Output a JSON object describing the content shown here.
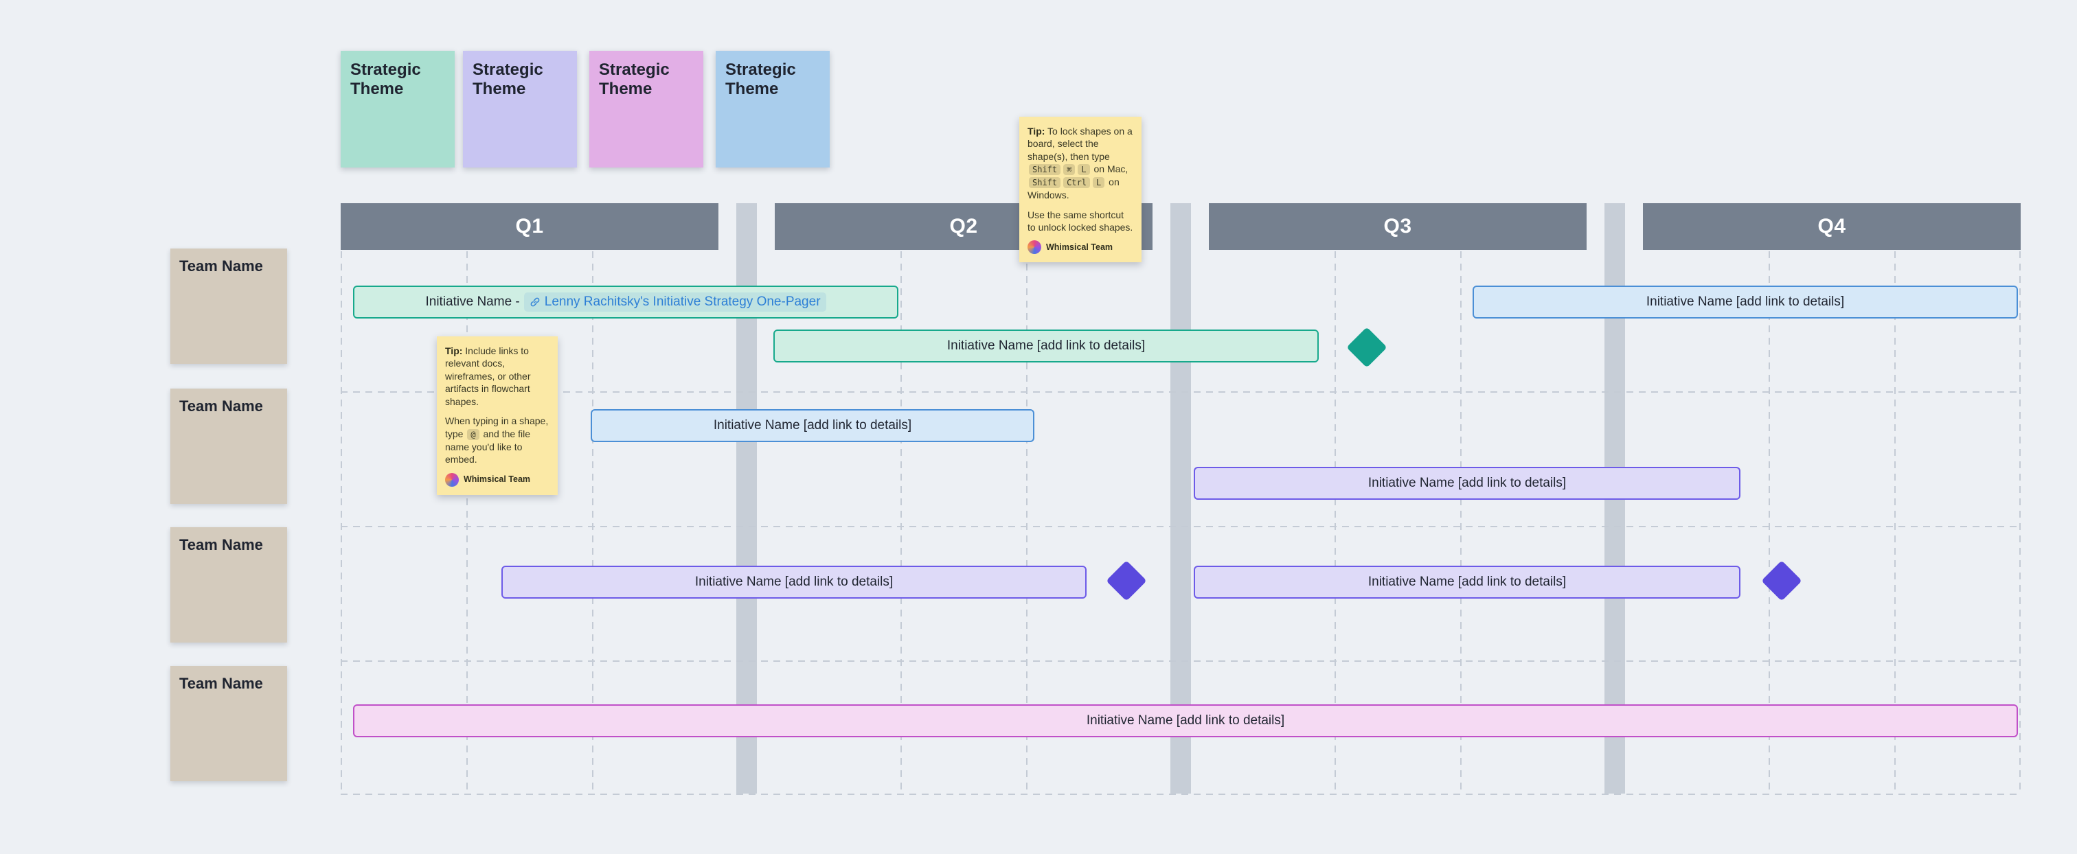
{
  "palette": {
    "background": "#edf0f4",
    "quarter_header": "#75808f",
    "gap_strip": "#c7ced7",
    "grid_line": "#c4cbd5",
    "team_box": "#d4cbbd",
    "teal_fill": "#cfeee3",
    "teal_border": "#17a98c",
    "blue_fill": "#d6e8f8",
    "blue_border": "#4b8fd6",
    "purple_fill": "#dedaf8",
    "purple_border": "#6d5be8",
    "pink_fill": "#f5daf3",
    "pink_border": "#c050c8",
    "teal_diamond": "#13a18c",
    "purple_diamond": "#5a49dd",
    "sticky_yellow": "#fbe9a6",
    "link_color": "#2d7fd6",
    "text_dark": "#1f2430"
  },
  "themes": [
    {
      "label": "Strategic Theme",
      "color": "#a9dfd0"
    },
    {
      "label": "Strategic Theme",
      "color": "#c8c5f2"
    },
    {
      "label": "Strategic Theme",
      "color": "#e2afe6"
    },
    {
      "label": "Strategic Theme",
      "color": "#a9cdec"
    }
  ],
  "quarters": [
    {
      "label": "Q1"
    },
    {
      "label": "Q2"
    },
    {
      "label": "Q3"
    },
    {
      "label": "Q4"
    }
  ],
  "teams": [
    {
      "label": "Team Name"
    },
    {
      "label": "Team Name"
    },
    {
      "label": "Team Name"
    },
    {
      "label": "Team Name"
    }
  ],
  "initiatives": [
    {
      "prefix": "Initiative Name - ",
      "link": "Lenny Rachitsky's Initiative Strategy One-Pager"
    },
    {
      "text": "Initiative Name [add link to details]"
    },
    {
      "text": "Initiative Name [add link to details]"
    },
    {
      "text": "Initiative Name [add link to details]"
    },
    {
      "text": "Initiative Name [add link to details]"
    },
    {
      "text": "Initiative Name [add link to details]"
    },
    {
      "text": "Initiative Name [add link to details]"
    },
    {
      "text": "Initiative Name [add link to details]"
    }
  ],
  "milestones": [
    {
      "shape": "diamond",
      "color": "teal"
    },
    {
      "shape": "diamond",
      "color": "purple"
    },
    {
      "shape": "diamond",
      "color": "purple"
    }
  ],
  "tips": [
    {
      "label": "Tip:",
      "t1": " To lock shapes on a board, select the shape(s), then type ",
      "k1": "Shift",
      "k2": "⌘",
      "k3": "L",
      "t2": " on Mac, ",
      "k4": "Shift",
      "k5": "Ctrl",
      "k6": "L",
      "t3": " on Windows.",
      "p2": "Use the same shortcut to unlock locked shapes.",
      "team": "Whimsical Team"
    },
    {
      "label": "Tip:",
      "t1": " Include links to relevant docs, wireframes, or other artifacts in flowchart shapes.",
      "p2a": "When typing in a shape, type ",
      "k1": "@",
      "p2b": " and the file name you'd like to embed.",
      "team": "Whimsical Team"
    }
  ]
}
